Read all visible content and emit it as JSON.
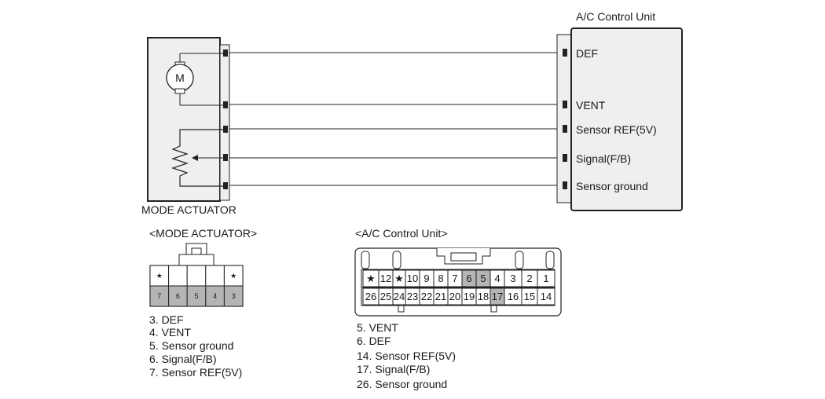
{
  "ac_unit": {
    "title": "A/C Control Unit",
    "pins": [
      "DEF",
      "VENT",
      "Sensor REF(5V)",
      "Signal(F/B)",
      "Sensor ground"
    ]
  },
  "mode_actuator": {
    "title": "MODE ACTUATOR",
    "motor_symbol": "M"
  },
  "mode_connector": {
    "title": "<MODE ACTUATOR>",
    "top_row": [
      "★",
      "",
      "",
      "",
      "★"
    ],
    "bottom_row": [
      "7",
      "6",
      "5",
      "4",
      "3"
    ],
    "legend": [
      "3. DEF",
      "4. VENT",
      "5. Sensor ground",
      "6. Signal(F/B)",
      "7. Sensor REF(5V)"
    ]
  },
  "ac_connector": {
    "title": "<A/C Control Unit>",
    "top_row": [
      "★",
      "12",
      "★",
      "10",
      "9",
      "8",
      "7",
      "6",
      "5",
      "4",
      "3",
      "2",
      "1"
    ],
    "bottom_row": [
      "26",
      "25",
      "24",
      "23",
      "22",
      "21",
      "20",
      "19",
      "18",
      "17",
      "16",
      "15",
      "14"
    ],
    "legend": [
      "5. VENT",
      "6. DEF",
      "14. Sensor REF(5V)",
      "17. Signal(F/B)",
      "26. Sensor ground"
    ]
  },
  "colors": {
    "line": "#222222",
    "box_fill": "#efefef",
    "shaded_pin": "#b4b4b4"
  }
}
